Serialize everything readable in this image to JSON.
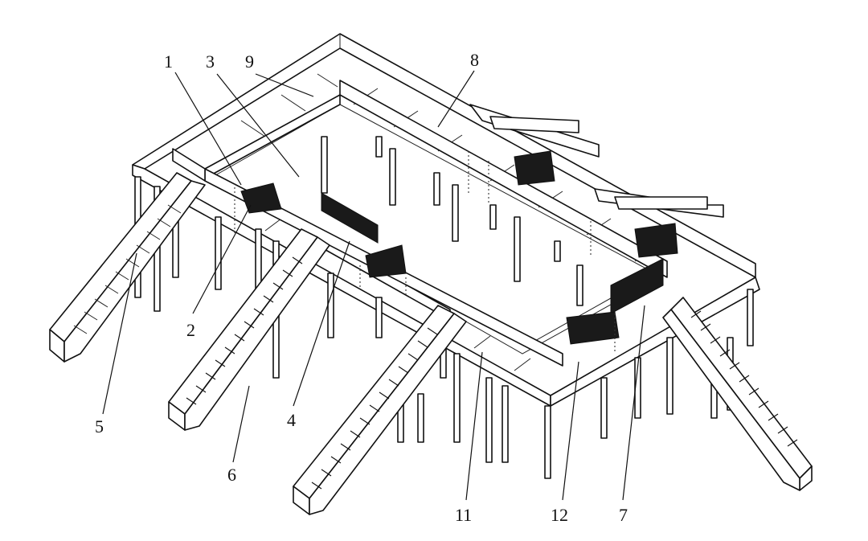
{
  "labels": {
    "l1": "1",
    "l2": "2",
    "l3": "3",
    "l4": "4",
    "l5": "5",
    "l6": "6",
    "l7": "7",
    "l8": "8",
    "l9": "9",
    "l11": "11",
    "l12": "12"
  }
}
